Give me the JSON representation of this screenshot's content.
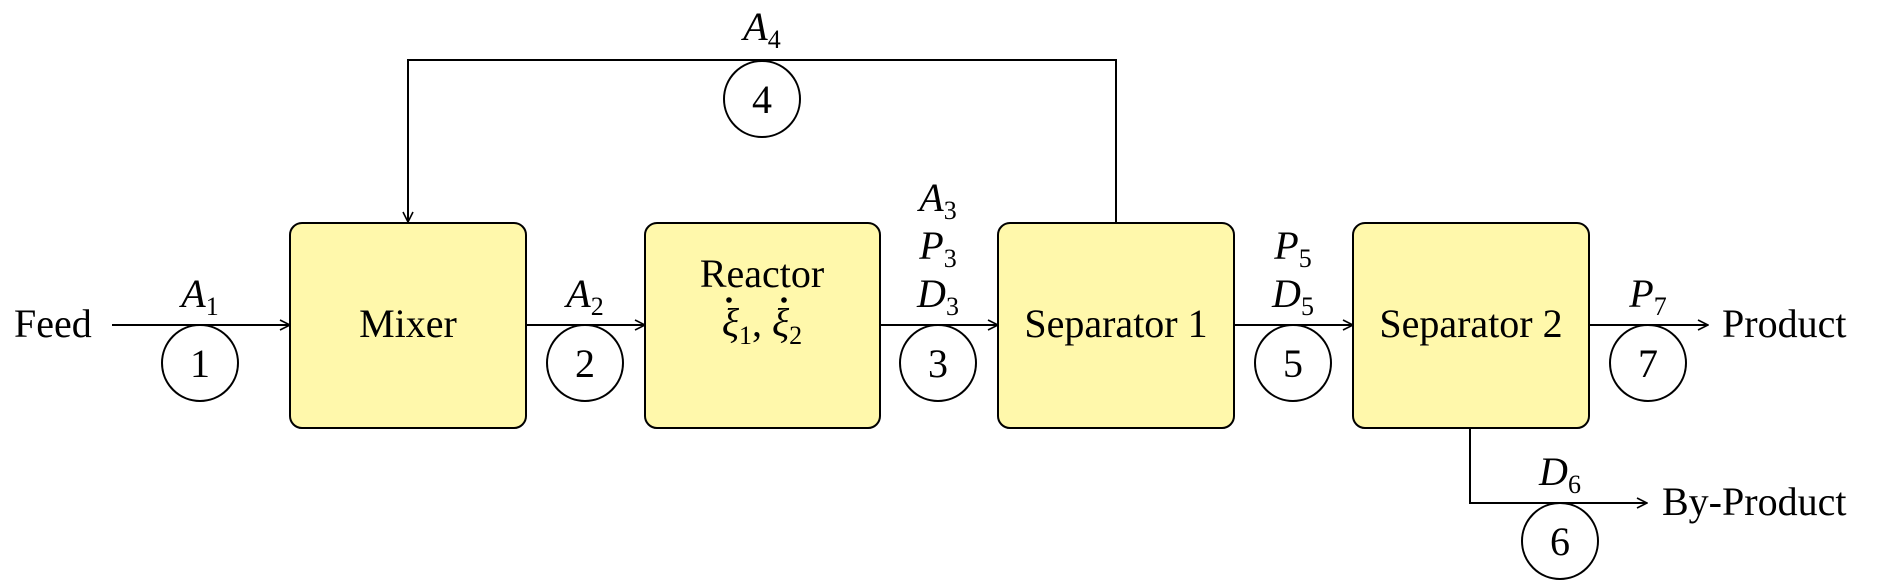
{
  "diagram": {
    "endpoints": {
      "feed": "Feed",
      "product": "Product",
      "by_product": "By-Product"
    },
    "units": {
      "mixer": "Mixer",
      "reactor_title": "Reactor",
      "reactor_xi1": "ξ",
      "reactor_xi1_sub": "1",
      "reactor_sep": ", ",
      "reactor_xi2": "ξ",
      "reactor_xi2_sub": "2",
      "separator1": "Separator 1",
      "separator2": "Separator 2"
    },
    "streams": {
      "s1": {
        "number": "1",
        "labels": [
          {
            "sym": "A",
            "sub": "1"
          }
        ]
      },
      "s2": {
        "number": "2",
        "labels": [
          {
            "sym": "A",
            "sub": "2"
          }
        ]
      },
      "s3": {
        "number": "3",
        "labels": [
          {
            "sym": "A",
            "sub": "3"
          },
          {
            "sym": "P",
            "sub": "3"
          },
          {
            "sym": "D",
            "sub": "3"
          }
        ]
      },
      "s4": {
        "number": "4",
        "labels": [
          {
            "sym": "A",
            "sub": "4"
          }
        ]
      },
      "s5": {
        "number": "5",
        "labels": [
          {
            "sym": "P",
            "sub": "5"
          },
          {
            "sym": "D",
            "sub": "5"
          }
        ]
      },
      "s6": {
        "number": "6",
        "labels": [
          {
            "sym": "D",
            "sub": "6"
          }
        ]
      },
      "s7": {
        "number": "7",
        "labels": [
          {
            "sym": "P",
            "sub": "7"
          }
        ]
      }
    }
  }
}
